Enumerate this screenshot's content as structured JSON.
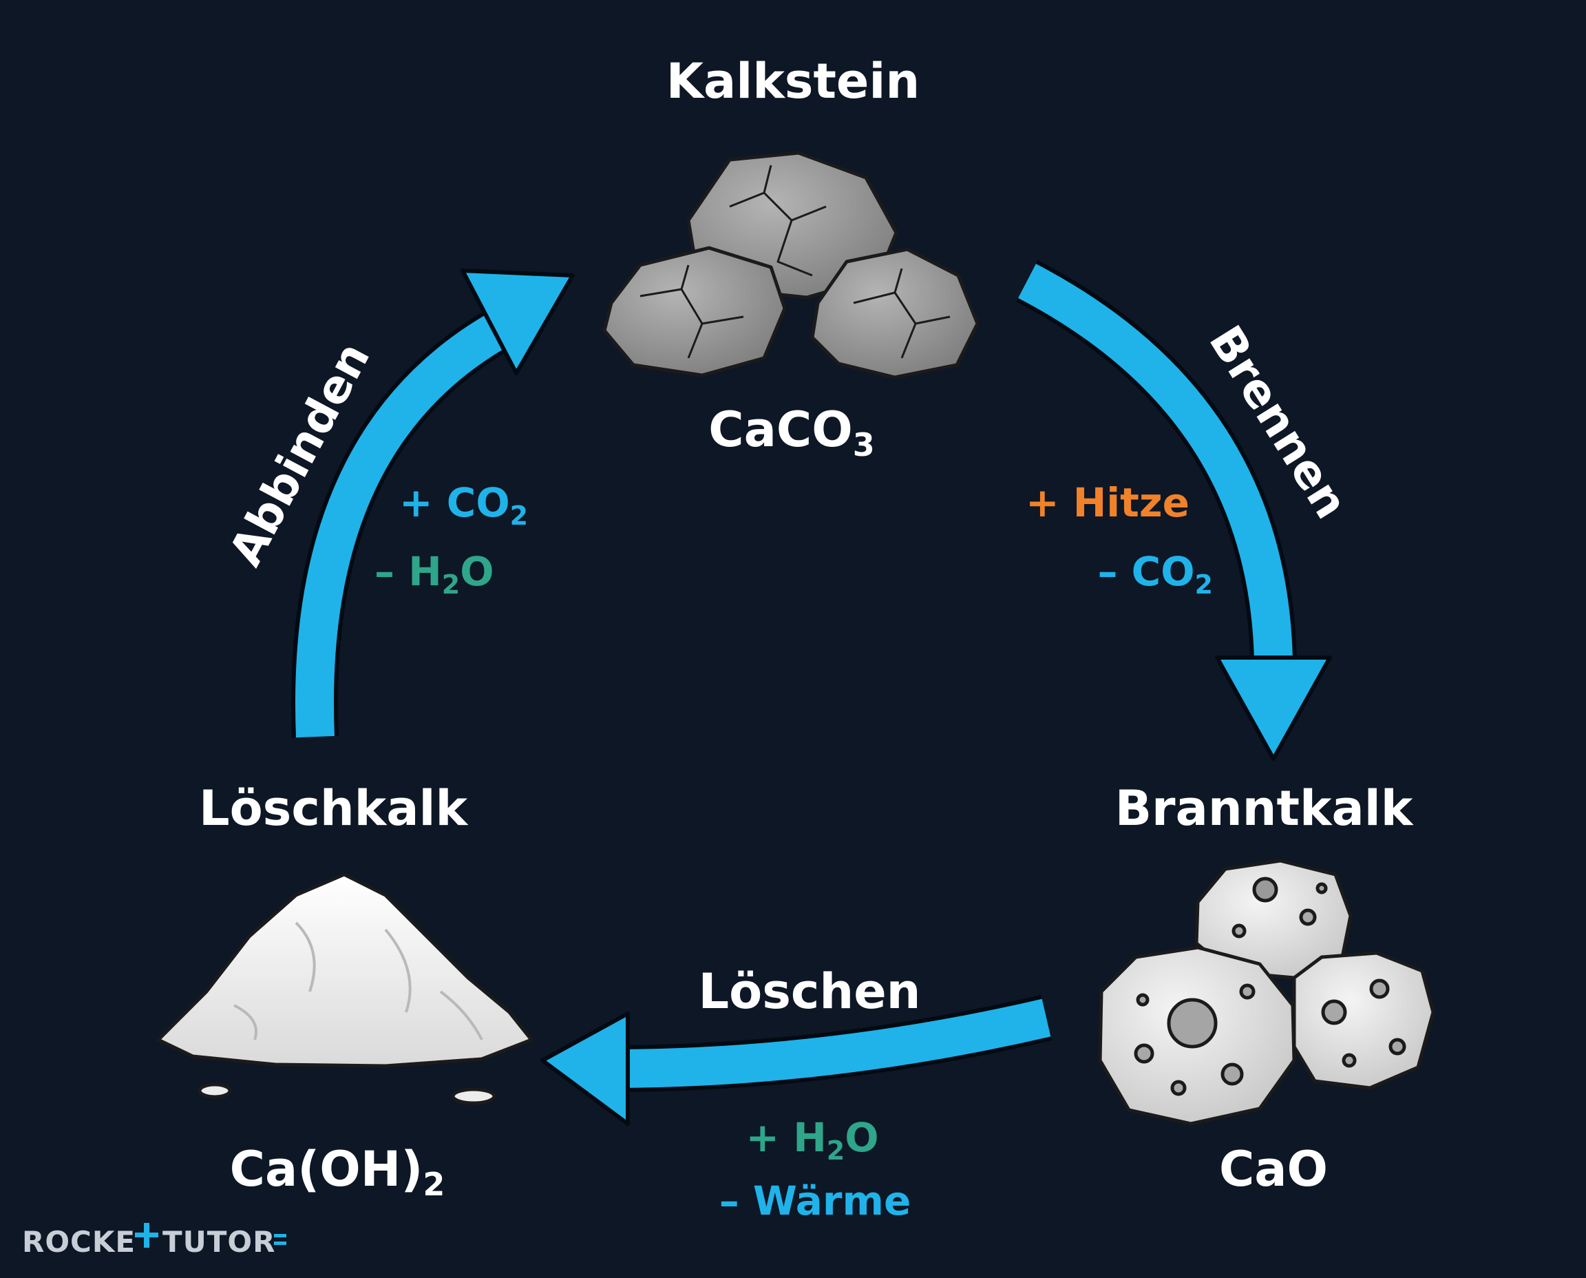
{
  "stages": {
    "top": {
      "name": "Kalkstein",
      "formula_base": "CaCO",
      "formula_sub": "3"
    },
    "right": {
      "name": "Branntkalk",
      "formula": "CaO"
    },
    "left": {
      "name": "Löschkalk",
      "formula_base": "Ca(OH)",
      "formula_sub": "2"
    }
  },
  "processes": {
    "brennen": {
      "label": "Brennen",
      "line1": "+ Hitze",
      "line2_base": "– CO",
      "line2_sub": "2"
    },
    "loeschen": {
      "label": "Löschen",
      "line1_base": "+ H",
      "line1_sub": "2",
      "line1_tail": "O",
      "line2": "– Wärme"
    },
    "abbinden": {
      "label": "Abbinden",
      "line1_base": "+ CO",
      "line1_sub": "2",
      "line2_base": "– H",
      "line2_sub": "2",
      "line2_tail": "O"
    }
  },
  "colors": {
    "arrow": "#1fb3ea",
    "co2": "#1fb3ea",
    "water": "#2fa58a",
    "heat": "#f0822a",
    "background": "#0d1726"
  },
  "icons": {
    "limestone": "limestone-rocks-icon",
    "quicklime": "quicklime-rocks-icon",
    "slaked_lime": "powder-pile-icon"
  },
  "watermark": {
    "left": "ROCKE",
    "right": "TUTOR"
  }
}
